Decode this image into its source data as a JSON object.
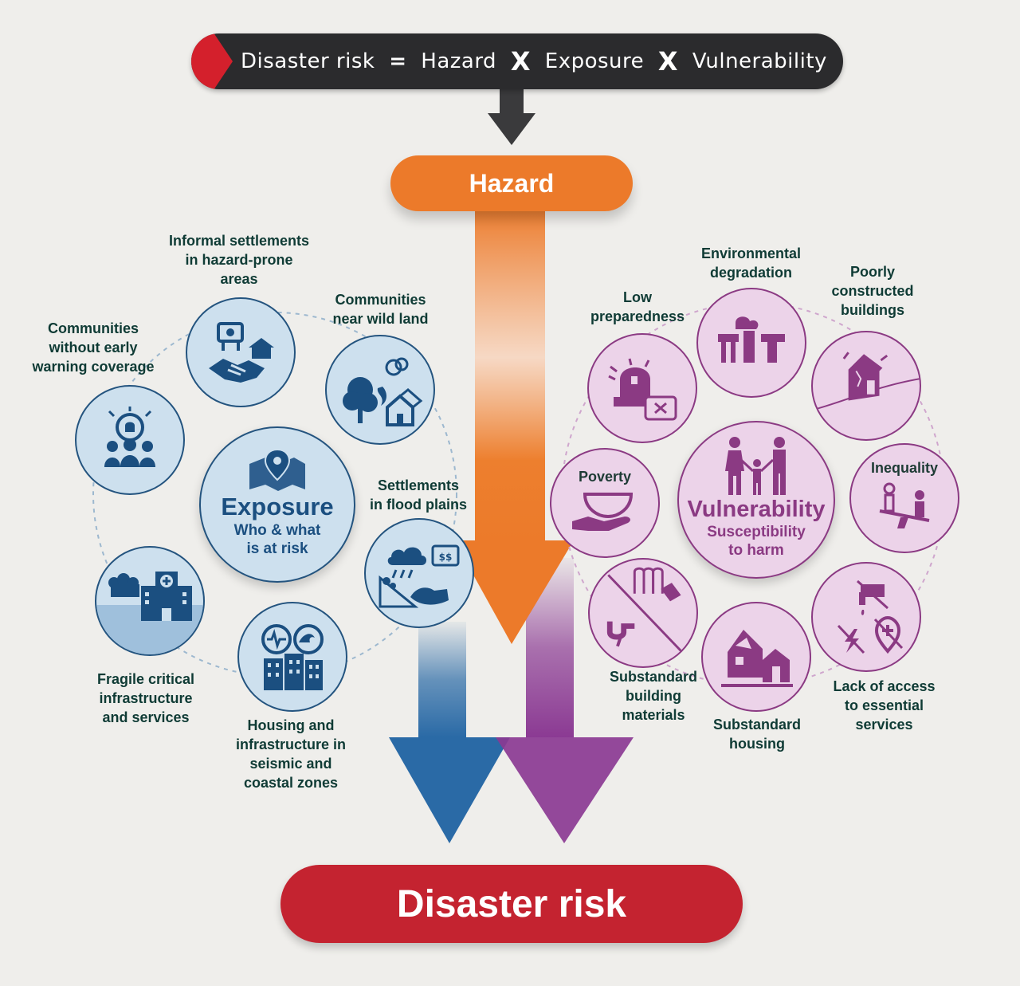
{
  "formula": {
    "term1": "Disaster risk",
    "equals": "=",
    "term2": "Hazard",
    "times1": "X",
    "term3": "Exposure",
    "times2": "X",
    "term4": "Vulnerability"
  },
  "hazard": {
    "label": "Hazard",
    "color": "#ec7a2a"
  },
  "exposure": {
    "title": "Exposure",
    "subtitle_line1": "Who & what",
    "subtitle_line2": "is at risk",
    "color": "#1b4f80",
    "items": {
      "informal": {
        "l1": "Informal settlements",
        "l2": "in hazard-prone",
        "l3": "areas"
      },
      "wildland": {
        "l1": "Communities",
        "l2": "near wild land"
      },
      "warning": {
        "l1": "Communities",
        "l2": "without early",
        "l3": "warning coverage"
      },
      "flood": {
        "l1": "Settlements",
        "l2": "in flood plains"
      },
      "fragile": {
        "l1": "Fragile critical",
        "l2": "infrastructure",
        "l3": "and services"
      },
      "seismic": {
        "l1": "Housing and",
        "l2": "infrastructure in",
        "l3": "seismic and",
        "l4": "coastal zones"
      }
    }
  },
  "vulnerability": {
    "title": "Vulnerability",
    "subtitle_line1": "Susceptibility",
    "subtitle_line2": "to harm",
    "color": "#8b3a83",
    "items": {
      "environmental": {
        "l1": "Environmental",
        "l2": "degradation"
      },
      "preparedness": {
        "l1": "Low",
        "l2": "preparedness"
      },
      "poorly": {
        "l1": "Poorly",
        "l2": "constructed",
        "l3": "buildings"
      },
      "poverty": {
        "l1": "Poverty"
      },
      "inequality": {
        "l1": "Inequality"
      },
      "materials": {
        "l1": "Substandard",
        "l2": "building",
        "l3": "materials"
      },
      "housing": {
        "l1": "Substandard",
        "l2": "housing"
      },
      "access": {
        "l1": "Lack of access",
        "l2": "to essential",
        "l3": "services"
      }
    }
  },
  "result": {
    "label": "Disaster risk",
    "color": "#c42330"
  }
}
